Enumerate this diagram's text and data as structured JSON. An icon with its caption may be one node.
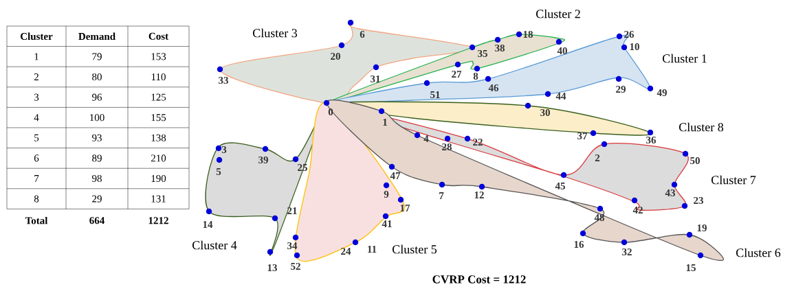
{
  "diagram": {
    "caption": "CVRP Cost = 1212",
    "nodes": [
      {
        "text": [
          "Cluster 3"
        ]
      },
      {
        "text": [
          "Cluster 2"
        ]
      },
      {
        "text": [
          "Cluster 1"
        ]
      },
      {
        "text": [
          "Cluster 8"
        ]
      },
      {
        "text": [
          "Cluster 7"
        ]
      },
      {
        "text": [
          "Cluster 4"
        ]
      },
      {
        "text": [
          "Cluster 5"
        ]
      },
      {
        "text": [
          "Cluster 6"
        ]
      }
    ],
    "labels": [
      "Cluster",
      "Demand",
      "Cost",
      "1",
      "79",
      "153",
      "2",
      "80",
      "110",
      "3",
      "96",
      "125",
      "4",
      "100",
      "155",
      "5",
      "93",
      "138",
      "6",
      "89",
      "210",
      "7",
      "98",
      "190",
      "8",
      "29",
      "131",
      "Total",
      "664",
      "1212",
      "0",
      "33",
      "20",
      "6",
      "31",
      "35",
      "27",
      "8",
      "38",
      "18",
      "40",
      "51",
      "46",
      "44",
      "29",
      "49",
      "26",
      "10",
      "30",
      "37",
      "36",
      "1",
      "4",
      "28",
      "22",
      "2",
      "50",
      "45",
      "43",
      "23",
      "42",
      "47",
      "7",
      "12",
      "48",
      "16",
      "32",
      "19",
      "15",
      "9",
      "17",
      "41",
      "24",
      "11",
      "34",
      "52",
      "3",
      "5",
      "39",
      "25",
      "14",
      "21",
      "13"
    ]
  }
}
